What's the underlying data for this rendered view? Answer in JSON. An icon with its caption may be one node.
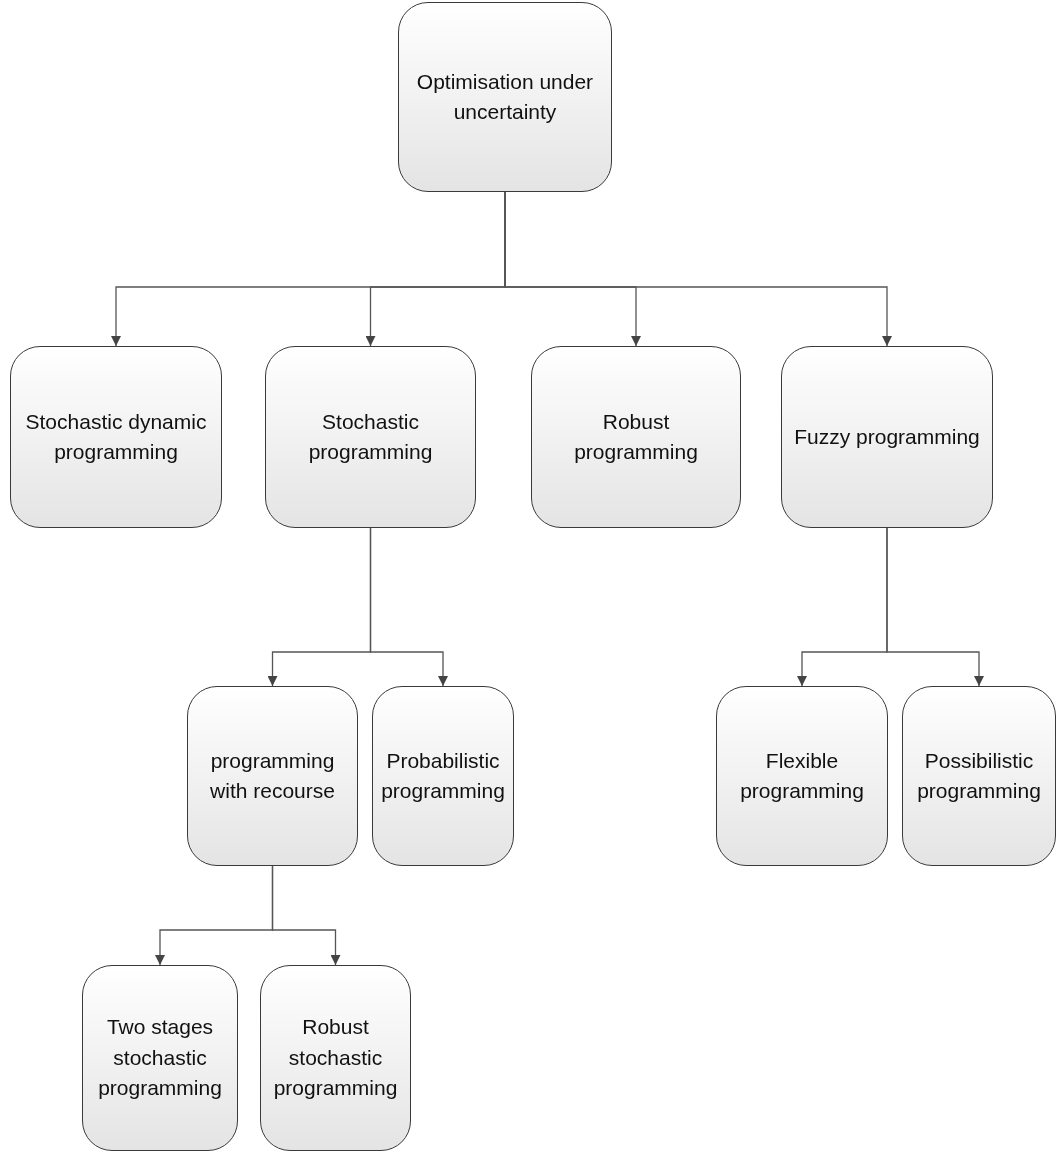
{
  "diagram": {
    "nodes": [
      {
        "text": [
          "Optimisation under uncertainty"
        ]
      },
      {
        "text": [
          "Stochastic dynamic programming"
        ]
      },
      {
        "text": [
          "Stochastic programming"
        ]
      },
      {
        "text": [
          "Robust programming"
        ]
      },
      {
        "text": [
          "Fuzzy programming"
        ]
      },
      {
        "text": [
          "programming with recourse"
        ]
      },
      {
        "text": [
          "Probabilistic programming"
        ]
      },
      {
        "text": [
          "Flexible programming"
        ]
      },
      {
        "text": [
          "Possibilistic programming"
        ]
      },
      {
        "text": [
          "Two stages stochastic programming"
        ]
      },
      {
        "text": [
          "Robust stochastic programming"
        ]
      }
    ],
    "edges": [
      {
        "from": 0,
        "to": 1,
        "arrow": "to"
      },
      {
        "from": 0,
        "to": 2,
        "arrow": "to"
      },
      {
        "from": 0,
        "to": 3,
        "arrow": "to"
      },
      {
        "from": 0,
        "to": 4,
        "arrow": "to"
      },
      {
        "from": 2,
        "to": 5,
        "arrow": "to"
      },
      {
        "from": 2,
        "to": 6,
        "arrow": "to"
      },
      {
        "from": 4,
        "to": 7,
        "arrow": "to"
      },
      {
        "from": 4,
        "to": 8,
        "arrow": "to"
      },
      {
        "from": 5,
        "to": 9,
        "arrow": "to"
      },
      {
        "from": 5,
        "to": 10,
        "arrow": "to"
      }
    ]
  }
}
